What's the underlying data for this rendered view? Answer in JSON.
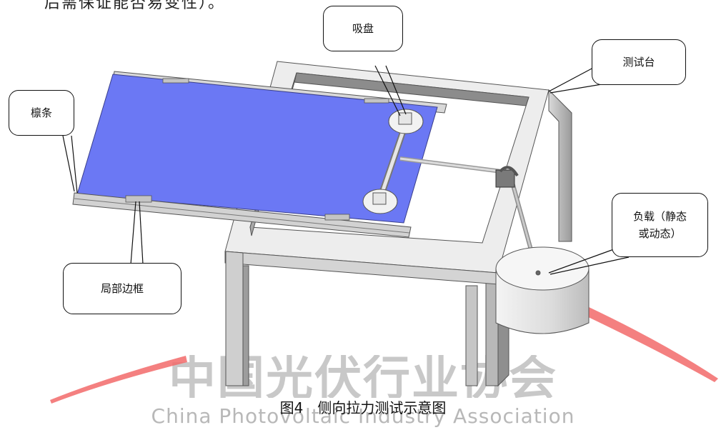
{
  "top_text": "后需保证能否易变性）。",
  "labels": {
    "suction_cup": "吸盘",
    "test_bench": "测试台",
    "purlin": "檩条",
    "local_frame": "局部边框",
    "load_line1": "负载（静态",
    "load_line2": "或动态）"
  },
  "caption": "图4　侧向拉力测试示意图",
  "watermark": {
    "cn": "中国光伏行业协会",
    "en": "China Photovoltaic Industry Association"
  },
  "colors": {
    "panel": "#6b78f4",
    "frame_gray": "#cfcfcf",
    "watermark_red": "#f26a6a"
  }
}
